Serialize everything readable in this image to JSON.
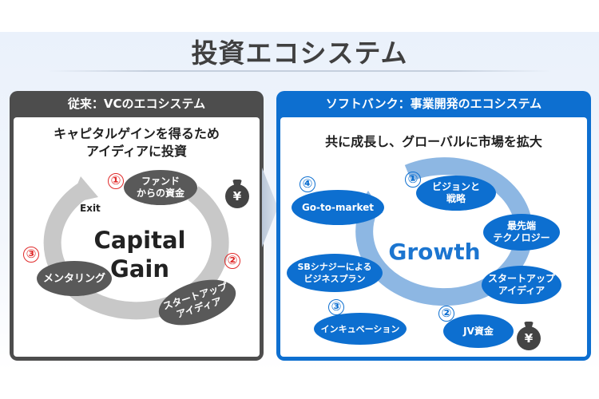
{
  "title": "投資エコシステム",
  "left": {
    "header": "従来：VCのエコシステム",
    "subtitle_line1": "キャピタルゲインを得るため",
    "subtitle_line2": "アイディアに投資",
    "center_line1": "Capital",
    "center_line2": "Gain",
    "exit_label": "Exit",
    "nodes": [
      {
        "num": "①",
        "line1": "ファンド",
        "line2": "からの資金"
      },
      {
        "num": "②",
        "line1": "スタートアップ",
        "line2": "アイディア"
      },
      {
        "num": "③",
        "line1": "メンタリング",
        "line2": ""
      }
    ],
    "money_symbol": "¥"
  },
  "right": {
    "header": "ソフトバンク：事業開発のエコシステム",
    "subtitle": "共に成長し、グローバルに市場を拡大",
    "center": "Growth",
    "nodes": [
      {
        "num": "①",
        "line1": "ビジョンと",
        "line2": "戦略"
      },
      {
        "num": "",
        "line1": "最先端",
        "line2": "テクノロジー"
      },
      {
        "num": "",
        "line1": "スタートアップ",
        "line2": "アイディア"
      },
      {
        "num": "②",
        "line1": "JV資金",
        "line2": ""
      },
      {
        "num": "③",
        "line1": "インキュベーション",
        "line2": ""
      },
      {
        "num": "",
        "line1": "SBシナジーによる",
        "line2": "ビジネスプラン"
      },
      {
        "num": "④",
        "line1": "Go-to-market",
        "line2": ""
      }
    ],
    "money_symbol": "¥"
  },
  "colors": {
    "left_header": "#4d4d4d",
    "right_header": "#0d6fd0",
    "left_node": "#595959",
    "right_node": "#0d6fd0",
    "number_red": "#e02b2b",
    "number_blue": "#0d6fd0",
    "growth_text": "#1b75d0"
  }
}
